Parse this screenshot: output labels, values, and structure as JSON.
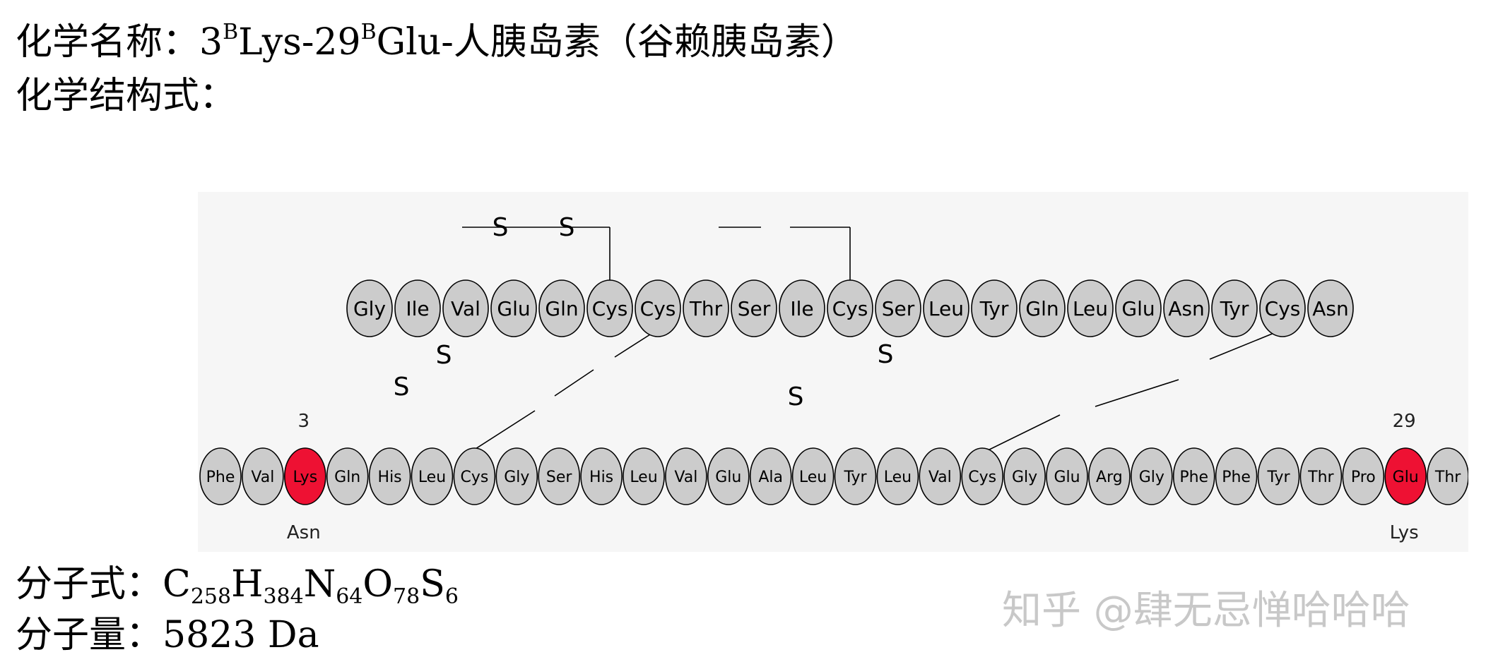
{
  "header": {
    "name_label": "化学名称：",
    "name_num1": "3",
    "name_sup1": "B",
    "name_mid": "Lys-29",
    "name_sup2": "B",
    "name_end": "Glu-人胰岛素（谷赖胰岛素）",
    "structure_label": "化学结构式："
  },
  "formula": {
    "label": "分子式：",
    "parts": [
      {
        "el": "C",
        "n": "258"
      },
      {
        "el": "H",
        "n": "384"
      },
      {
        "el": "N",
        "n": "64"
      },
      {
        "el": "O",
        "n": "78"
      },
      {
        "el": "S",
        "n": "6"
      }
    ]
  },
  "weight": {
    "label": "分子量：",
    "value": "5823 Da"
  },
  "diagram": {
    "sulfur_symbol": "S",
    "colors": {
      "normal": "#cccccc",
      "highlight": "#ee1133"
    },
    "chain_a": [
      "Gly",
      "Ile",
      "Val",
      "Glu",
      "Gln",
      "Cys",
      "Cys",
      "Thr",
      "Ser",
      "Ile",
      "Cys",
      "Ser",
      "Leu",
      "Tyr",
      "Gln",
      "Leu",
      "Glu",
      "Asn",
      "Tyr",
      "Cys",
      "Asn"
    ],
    "chain_b": [
      "Phe",
      "Val",
      "Lys",
      "Gln",
      "His",
      "Leu",
      "Cys",
      "Gly",
      "Ser",
      "His",
      "Leu",
      "Val",
      "Glu",
      "Ala",
      "Leu",
      "Tyr",
      "Leu",
      "Val",
      "Cys",
      "Gly",
      "Glu",
      "Arg",
      "Gly",
      "Phe",
      "Phe",
      "Tyr",
      "Thr",
      "Pro",
      "Glu",
      "Thr"
    ],
    "highlighted_b": [
      3,
      29
    ],
    "markers": [
      {
        "position": "3",
        "original": "Asn"
      },
      {
        "position": "29",
        "original": "Lys"
      }
    ]
  },
  "watermark": "知乎 @肆无忌惮哈哈哈"
}
